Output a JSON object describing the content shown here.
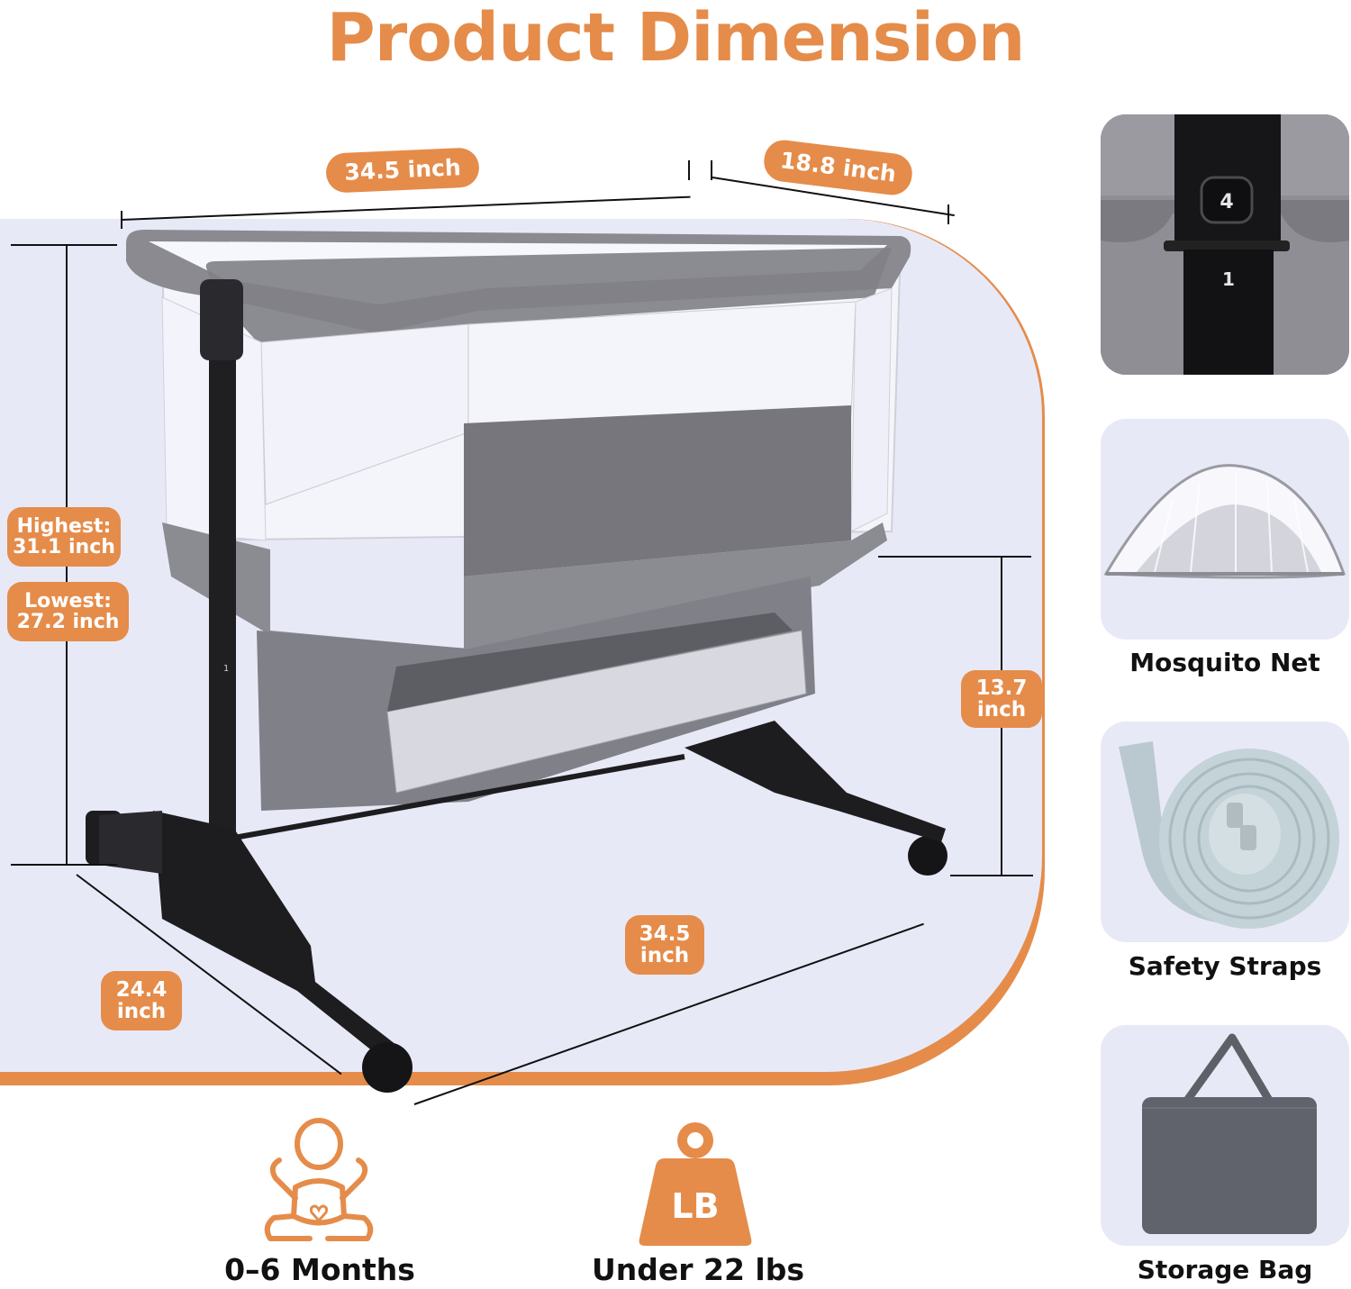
{
  "header": {
    "title": "Product Dimension"
  },
  "colors": {
    "accent": "#e58c4a",
    "panel": "#e8e9f7",
    "card": "#e8e9f7",
    "frame": "#1a1a1a",
    "fabric": "#7a7a80"
  },
  "dimensions": {
    "top_length": "34.5 inch",
    "top_width": "18.8 inch",
    "highest": {
      "label": "Highest:",
      "value": "31.1 inch"
    },
    "lowest": {
      "label": "Lowest:",
      "value": "27.2 inch"
    },
    "side_height": {
      "value": "13.7",
      "unit": "inch"
    },
    "base_width": {
      "value": "24.4",
      "unit": "inch"
    },
    "base_length": {
      "value": "34.5",
      "unit": "inch"
    }
  },
  "side_cards": [
    {
      "label": "",
      "image": "height-adjuster-closeup",
      "knob_number": "4",
      "level_number": "1"
    },
    {
      "label": "Mosquito Net",
      "image": "mosquito-net"
    },
    {
      "label": "Safety Straps",
      "image": "safety-straps"
    },
    {
      "label": "Storage Bag",
      "image": "storage-bag"
    }
  ],
  "features": [
    {
      "icon": "baby-icon",
      "label": "0–6 Months"
    },
    {
      "icon": "weight-lb-icon",
      "icon_text": "LB",
      "label": "Under 22 lbs"
    }
  ]
}
